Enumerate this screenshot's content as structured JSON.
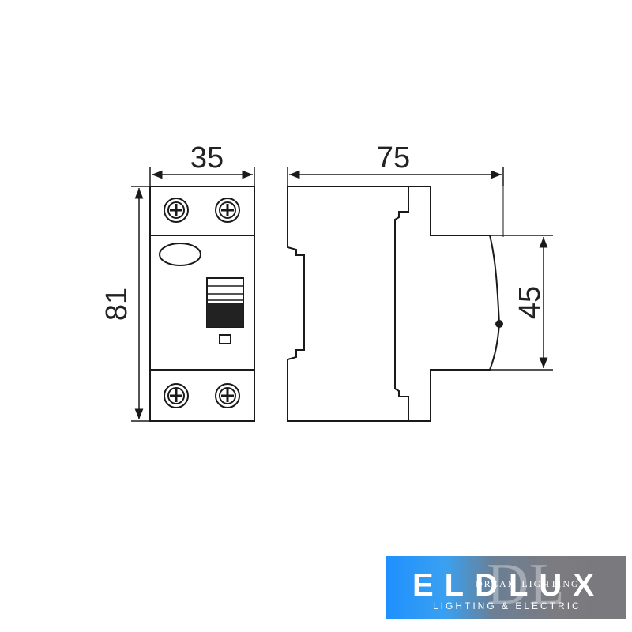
{
  "dimensions": {
    "width_label": "35",
    "depth_label": "75",
    "height_label": "81",
    "front_height_label": "45"
  },
  "logo": {
    "brand": "ELDLUX",
    "tagline": "DREAM LIGHTING",
    "subtitle": "LIGHTING & ELECTRIC",
    "monogram": "DL"
  },
  "colors": {
    "line": "#1a1a1a",
    "handle_dark": "#222222",
    "logo_blue": "#1e90ff",
    "logo_grey": "#7a7a7d"
  }
}
